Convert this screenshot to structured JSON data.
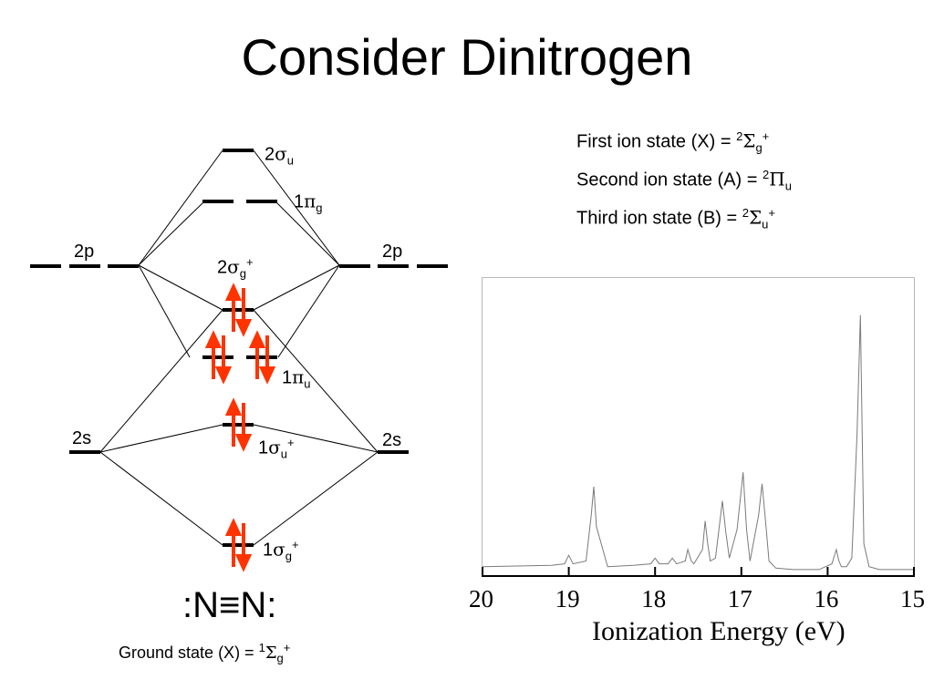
{
  "slide": {
    "title": "Consider Dinitrogen",
    "ion_states": [
      {
        "text": "First ion state (X) = ",
        "sup1": "2",
        "sym": "Σ",
        "sub": "g",
        "sup2": "+"
      },
      {
        "text": "Second ion state (A) = ",
        "sup1": "2",
        "sym": "Π",
        "sub": "u",
        "sup2": ""
      },
      {
        "text": "Third ion state (B) = ",
        "sup1": "2",
        "sym": "Σ",
        "sub": "u",
        "sup2": "+"
      }
    ],
    "formula": ":N≡N:",
    "ground_state": {
      "text": "Ground state (X) = ",
      "sup1": "1",
      "sym": "Σ",
      "sub": "g",
      "sup2": "+"
    }
  },
  "mo_diagram": {
    "atomic_labels": {
      "left_2p": "2p",
      "right_2p": "2p",
      "left_2s": "2s",
      "right_2s": "2s"
    },
    "orbitals": [
      {
        "num": "2",
        "sym": "σ",
        "sub": "u",
        "sup": ""
      },
      {
        "num": "1",
        "sym": "π",
        "sub": "g",
        "sup": ""
      },
      {
        "num": "2",
        "sym": "σ",
        "sub": "g",
        "sup": "+"
      },
      {
        "num": "1",
        "sym": "π",
        "sub": "u",
        "sup": ""
      },
      {
        "num": "1",
        "sym": "σ",
        "sub": "u",
        "sup": "+"
      },
      {
        "num": "1",
        "sym": "σ",
        "sub": "g",
        "sup": "+"
      }
    ],
    "electron_color": "#ff3300"
  },
  "chart_data": {
    "type": "line",
    "xlabel": "Ionization Energy (eV)",
    "xlim": [
      20,
      15
    ],
    "x_reversed": true,
    "x_ticks": [
      "20",
      "19",
      "18",
      "17",
      "16",
      "15"
    ],
    "grid": false,
    "series": [
      {
        "x": [
          20.0,
          19.2,
          19.05,
          19.0,
          18.95,
          18.8,
          18.74,
          18.71,
          18.68,
          18.55,
          18.25,
          18.05,
          18.0,
          17.95,
          17.85,
          17.8,
          17.75,
          17.65,
          17.62,
          17.58,
          17.55,
          17.45,
          17.42,
          17.39,
          17.36,
          17.3,
          17.22,
          17.18,
          17.14,
          17.05,
          16.98,
          16.94,
          16.9,
          16.8,
          16.76,
          16.72,
          16.68,
          16.6,
          16.4,
          16.1,
          15.95,
          15.9,
          15.87,
          15.84,
          15.78,
          15.72,
          15.66,
          15.62,
          15.58,
          15.52,
          15.4,
          15.2,
          15.0
        ],
        "y": [
          0.02,
          0.025,
          0.03,
          0.06,
          0.03,
          0.04,
          0.2,
          0.3,
          0.16,
          0.02,
          0.025,
          0.03,
          0.05,
          0.03,
          0.03,
          0.05,
          0.03,
          0.04,
          0.08,
          0.04,
          0.03,
          0.08,
          0.18,
          0.1,
          0.04,
          0.05,
          0.25,
          0.14,
          0.05,
          0.15,
          0.35,
          0.15,
          0.04,
          0.2,
          0.31,
          0.18,
          0.04,
          0.015,
          0.01,
          0.01,
          0.03,
          0.08,
          0.04,
          0.02,
          0.02,
          0.05,
          0.48,
          0.9,
          0.1,
          0.02,
          0.01,
          0.01,
          0.01
        ]
      }
    ]
  }
}
